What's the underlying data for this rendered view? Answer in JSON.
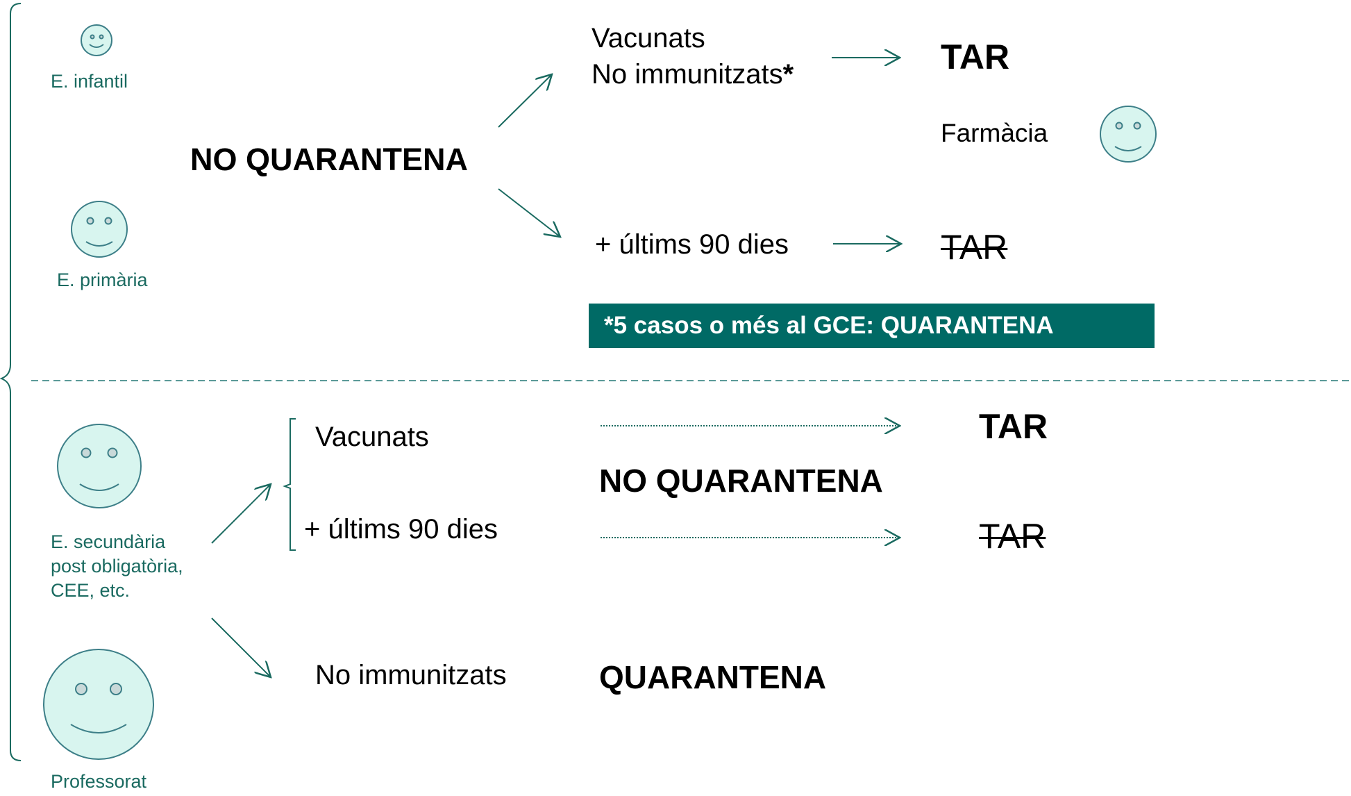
{
  "colors": {
    "teal": "#006a65",
    "teal_text": "#1a6a60",
    "face_fill": "#d8f5ef",
    "face_stroke": "#3d7f88"
  },
  "top": {
    "groups": {
      "infantil": "E. infantil",
      "primaria": "E. primària"
    },
    "center": "NO QUARANTENA",
    "branch_a_line1": "Vacunats",
    "branch_a_line2": "No immunitzats",
    "branch_a_star": "*",
    "result_a": "TAR",
    "farmacia": "Farmàcia",
    "branch_b": "+ últims 90 dies",
    "result_b": "TAR",
    "banner": "*5 casos o més al GCE: QUARANTENA"
  },
  "bottom": {
    "groups": {
      "secundaria_1": "E. secundària",
      "secundaria_2": "post obligatòria,",
      "secundaria_3": "CEE, etc.",
      "professorat": "Professorat"
    },
    "vacunats": "Vacunats",
    "ultims": "+ últims 90 dies",
    "result_a": "TAR",
    "center": "NO QUARANTENA",
    "result_b": "TAR",
    "no_immunitzats": "No immunitzats",
    "quarantena": "QUARANTENA"
  },
  "icons": [
    "smiley-icon",
    "arrow-icon",
    "brace-icon"
  ]
}
